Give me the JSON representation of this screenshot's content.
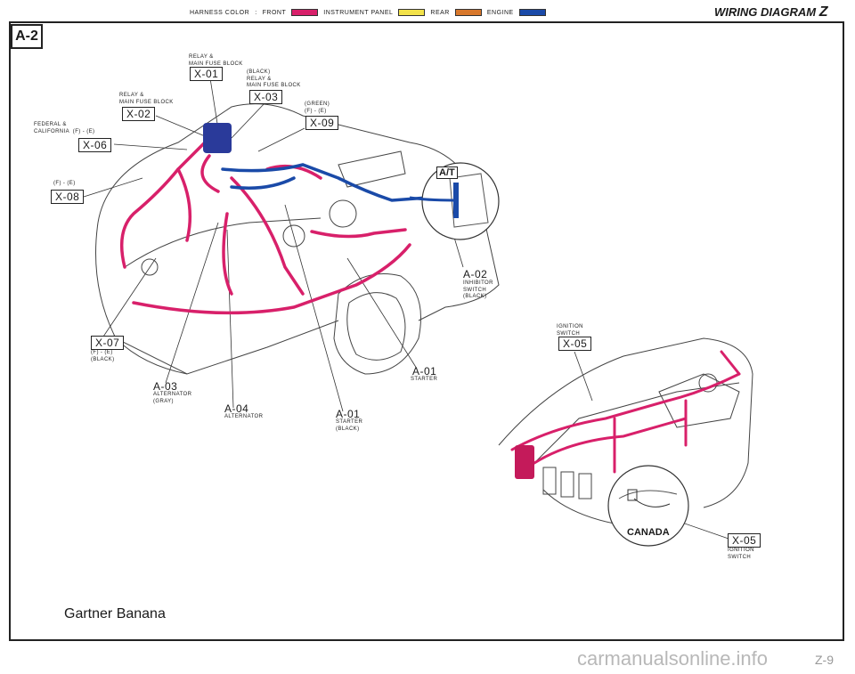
{
  "header": {
    "harness_color_label": "HARNESS COLOR",
    "legend": [
      {
        "label": "FRONT",
        "color": "#d8206a"
      },
      {
        "label": "INSTRUMENT PANEL",
        "color": "#f2e24a"
      },
      {
        "label": "REAR",
        "color": "#d8782c"
      },
      {
        "label": "ENGINE",
        "color": "#1a4aa8"
      }
    ],
    "title": "WIRING DIAGRAM",
    "title_letter": "Z"
  },
  "page_code": "A-2",
  "connectors": {
    "x01": {
      "code": "X-01",
      "label": "RELAY &\nMAIN FUSE BLOCK"
    },
    "x02": {
      "code": "X-02",
      "label": "RELAY &\nMAIN FUSE BLOCK"
    },
    "x03": {
      "code": "X-03",
      "label": "(BLACK)\nRELAY &\nMAIN FUSE BLOCK"
    },
    "x09": {
      "code": "X-09",
      "label": "(GREEN)\n(F) - (E)"
    },
    "x06": {
      "code": "X-06",
      "label": "FEDERAL &\nCALIFORNIA  (F) - (E)"
    },
    "x08": {
      "code": "X-08",
      "label": "(F) - (E)"
    },
    "x07": {
      "code": "X-07",
      "label": "(F) - (E)\n(BLACK)"
    },
    "x05a": {
      "code": "X-05",
      "label": "IGNITION\nSWITCH"
    },
    "x05b": {
      "code": "X-05",
      "label": "IGNITION\nSWITCH"
    }
  },
  "components": {
    "a02": {
      "code": "A-02",
      "label": "INHIBITOR\nSWITCH\n(BLACK)"
    },
    "a01a": {
      "code": "A-01",
      "label": "STARTER"
    },
    "a03": {
      "code": "A-03",
      "label": "ALTERNATOR\n(GRAY)"
    },
    "a04": {
      "code": "A-04",
      "label": "ALTERNATOR"
    },
    "a01b": {
      "code": "A-01",
      "label": "STARTER\n(BLACK)"
    }
  },
  "callouts": {
    "at": "A/T",
    "canada": "CANADA"
  },
  "watermark": "Gartner Banana",
  "footer": {
    "site": "carmanualsonline.info",
    "page_number": "Z-9"
  }
}
